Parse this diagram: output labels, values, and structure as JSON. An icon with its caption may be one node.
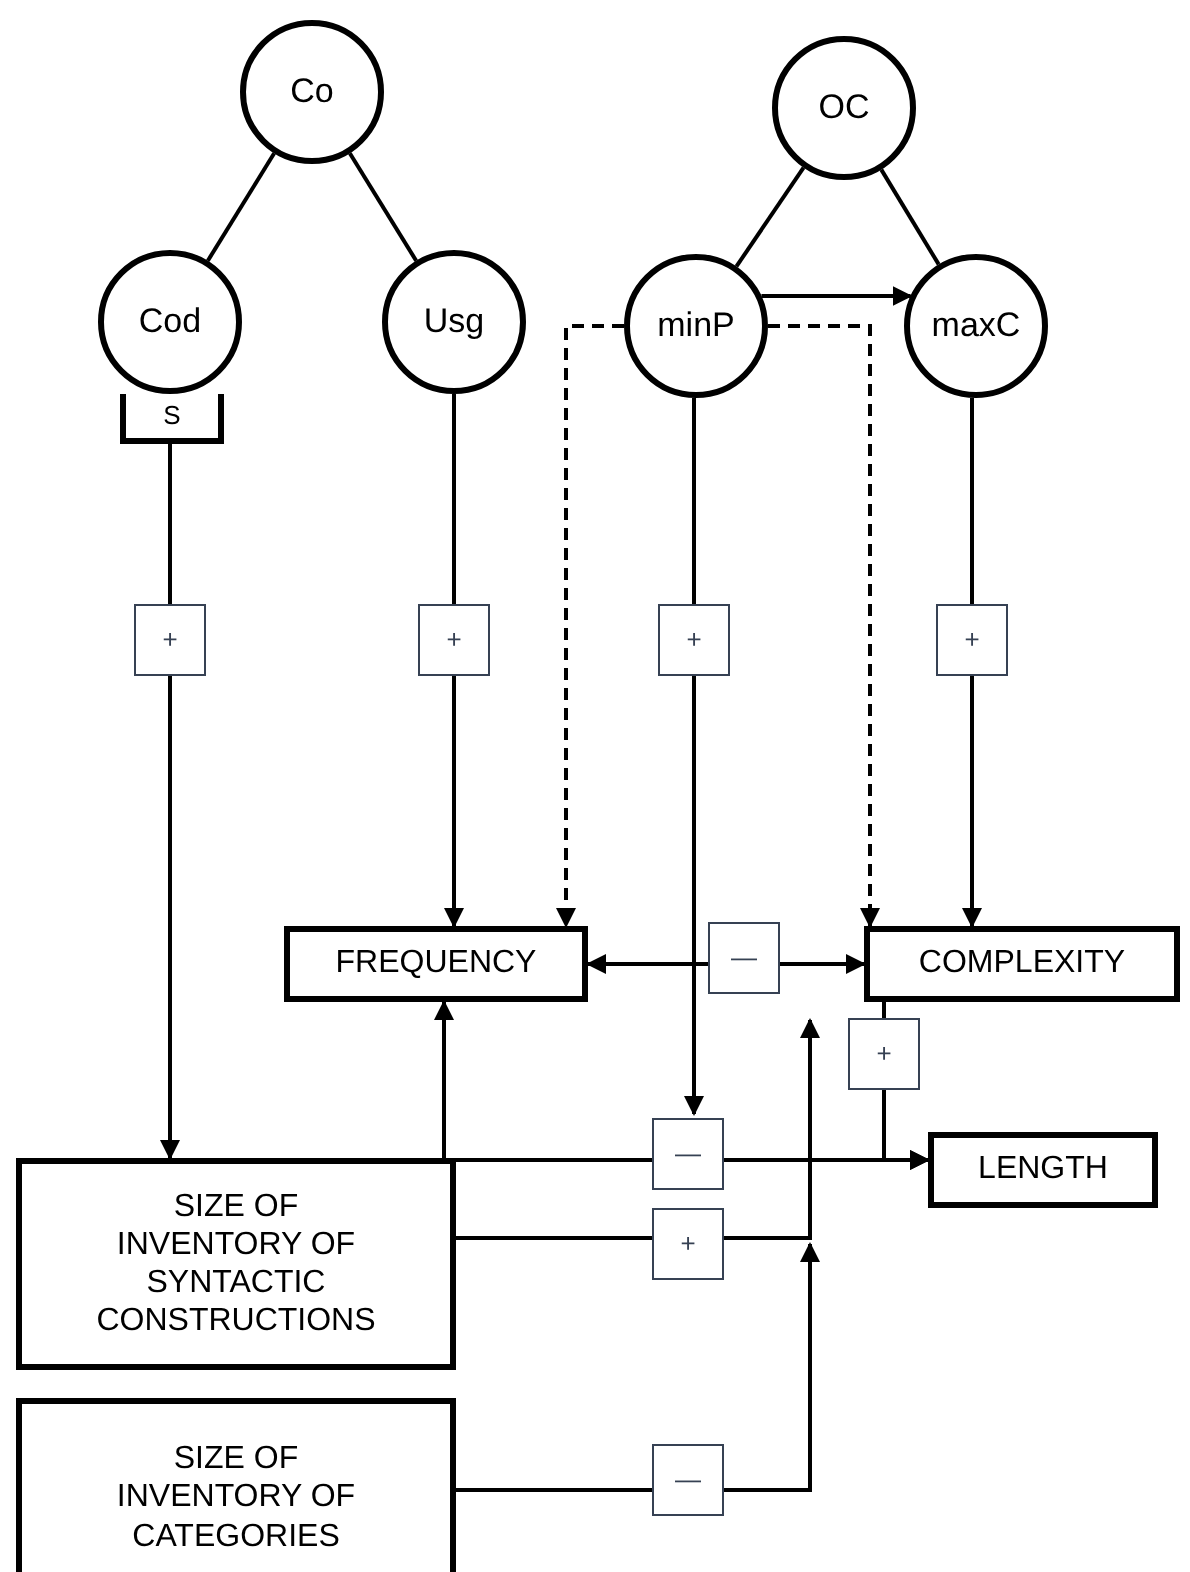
{
  "diagram": {
    "nodes": [
      {
        "text": [
          "Co"
        ]
      },
      {
        "text": [
          "OC"
        ]
      },
      {
        "text": [
          "Cod"
        ]
      },
      {
        "text": [
          "S"
        ]
      },
      {
        "text": [
          "Usg"
        ]
      },
      {
        "text": [
          "minP"
        ]
      },
      {
        "text": [
          "maxC"
        ]
      },
      {
        "text": [
          "FREQUENCY"
        ]
      },
      {
        "text": [
          "COMPLEXITY"
        ]
      },
      {
        "text": [
          "LENGTH"
        ]
      },
      {
        "text": [
          "SIZE OF INVENTORY OF SYNTACTIC CONSTRUCTIONS"
        ]
      },
      {
        "text": [
          "SIZE OF INVENTORY OF CATEGORIES"
        ]
      }
    ],
    "edges": [
      {
        "from": 0,
        "to": 2,
        "arrow": "none"
      },
      {
        "from": 0,
        "to": 4,
        "arrow": "none"
      },
      {
        "from": 1,
        "to": 5,
        "arrow": "none"
      },
      {
        "from": 1,
        "to": 6,
        "arrow": "none"
      },
      {
        "from": 5,
        "to": 6,
        "arrow": "to"
      },
      {
        "from": 3,
        "to": 10,
        "arrow": "to",
        "label": "+"
      },
      {
        "from": 4,
        "to": 7,
        "arrow": "to",
        "label": "+"
      },
      {
        "from": 5,
        "to": 7,
        "arrow": "to",
        "style": "dashed"
      },
      {
        "from": 5,
        "to": 8,
        "arrow": "to",
        "style": "dashed"
      },
      {
        "from": 5,
        "to": null,
        "arrow": "to",
        "label": "+"
      },
      {
        "from": 6,
        "to": 8,
        "arrow": "to",
        "label": "+"
      },
      {
        "from": 7,
        "to": 8,
        "arrow": "both",
        "label": "—"
      },
      {
        "from": 8,
        "to": 9,
        "arrow": "to",
        "label": "+"
      },
      {
        "from": 10,
        "to": 9,
        "arrow": "to",
        "label": "—"
      },
      {
        "from": 10,
        "to": 7,
        "arrow": "to"
      },
      {
        "from": 10,
        "to": null,
        "arrow": "to",
        "label": "+"
      },
      {
        "from": 11,
        "to": null,
        "arrow": "to",
        "label": "—"
      }
    ]
  }
}
